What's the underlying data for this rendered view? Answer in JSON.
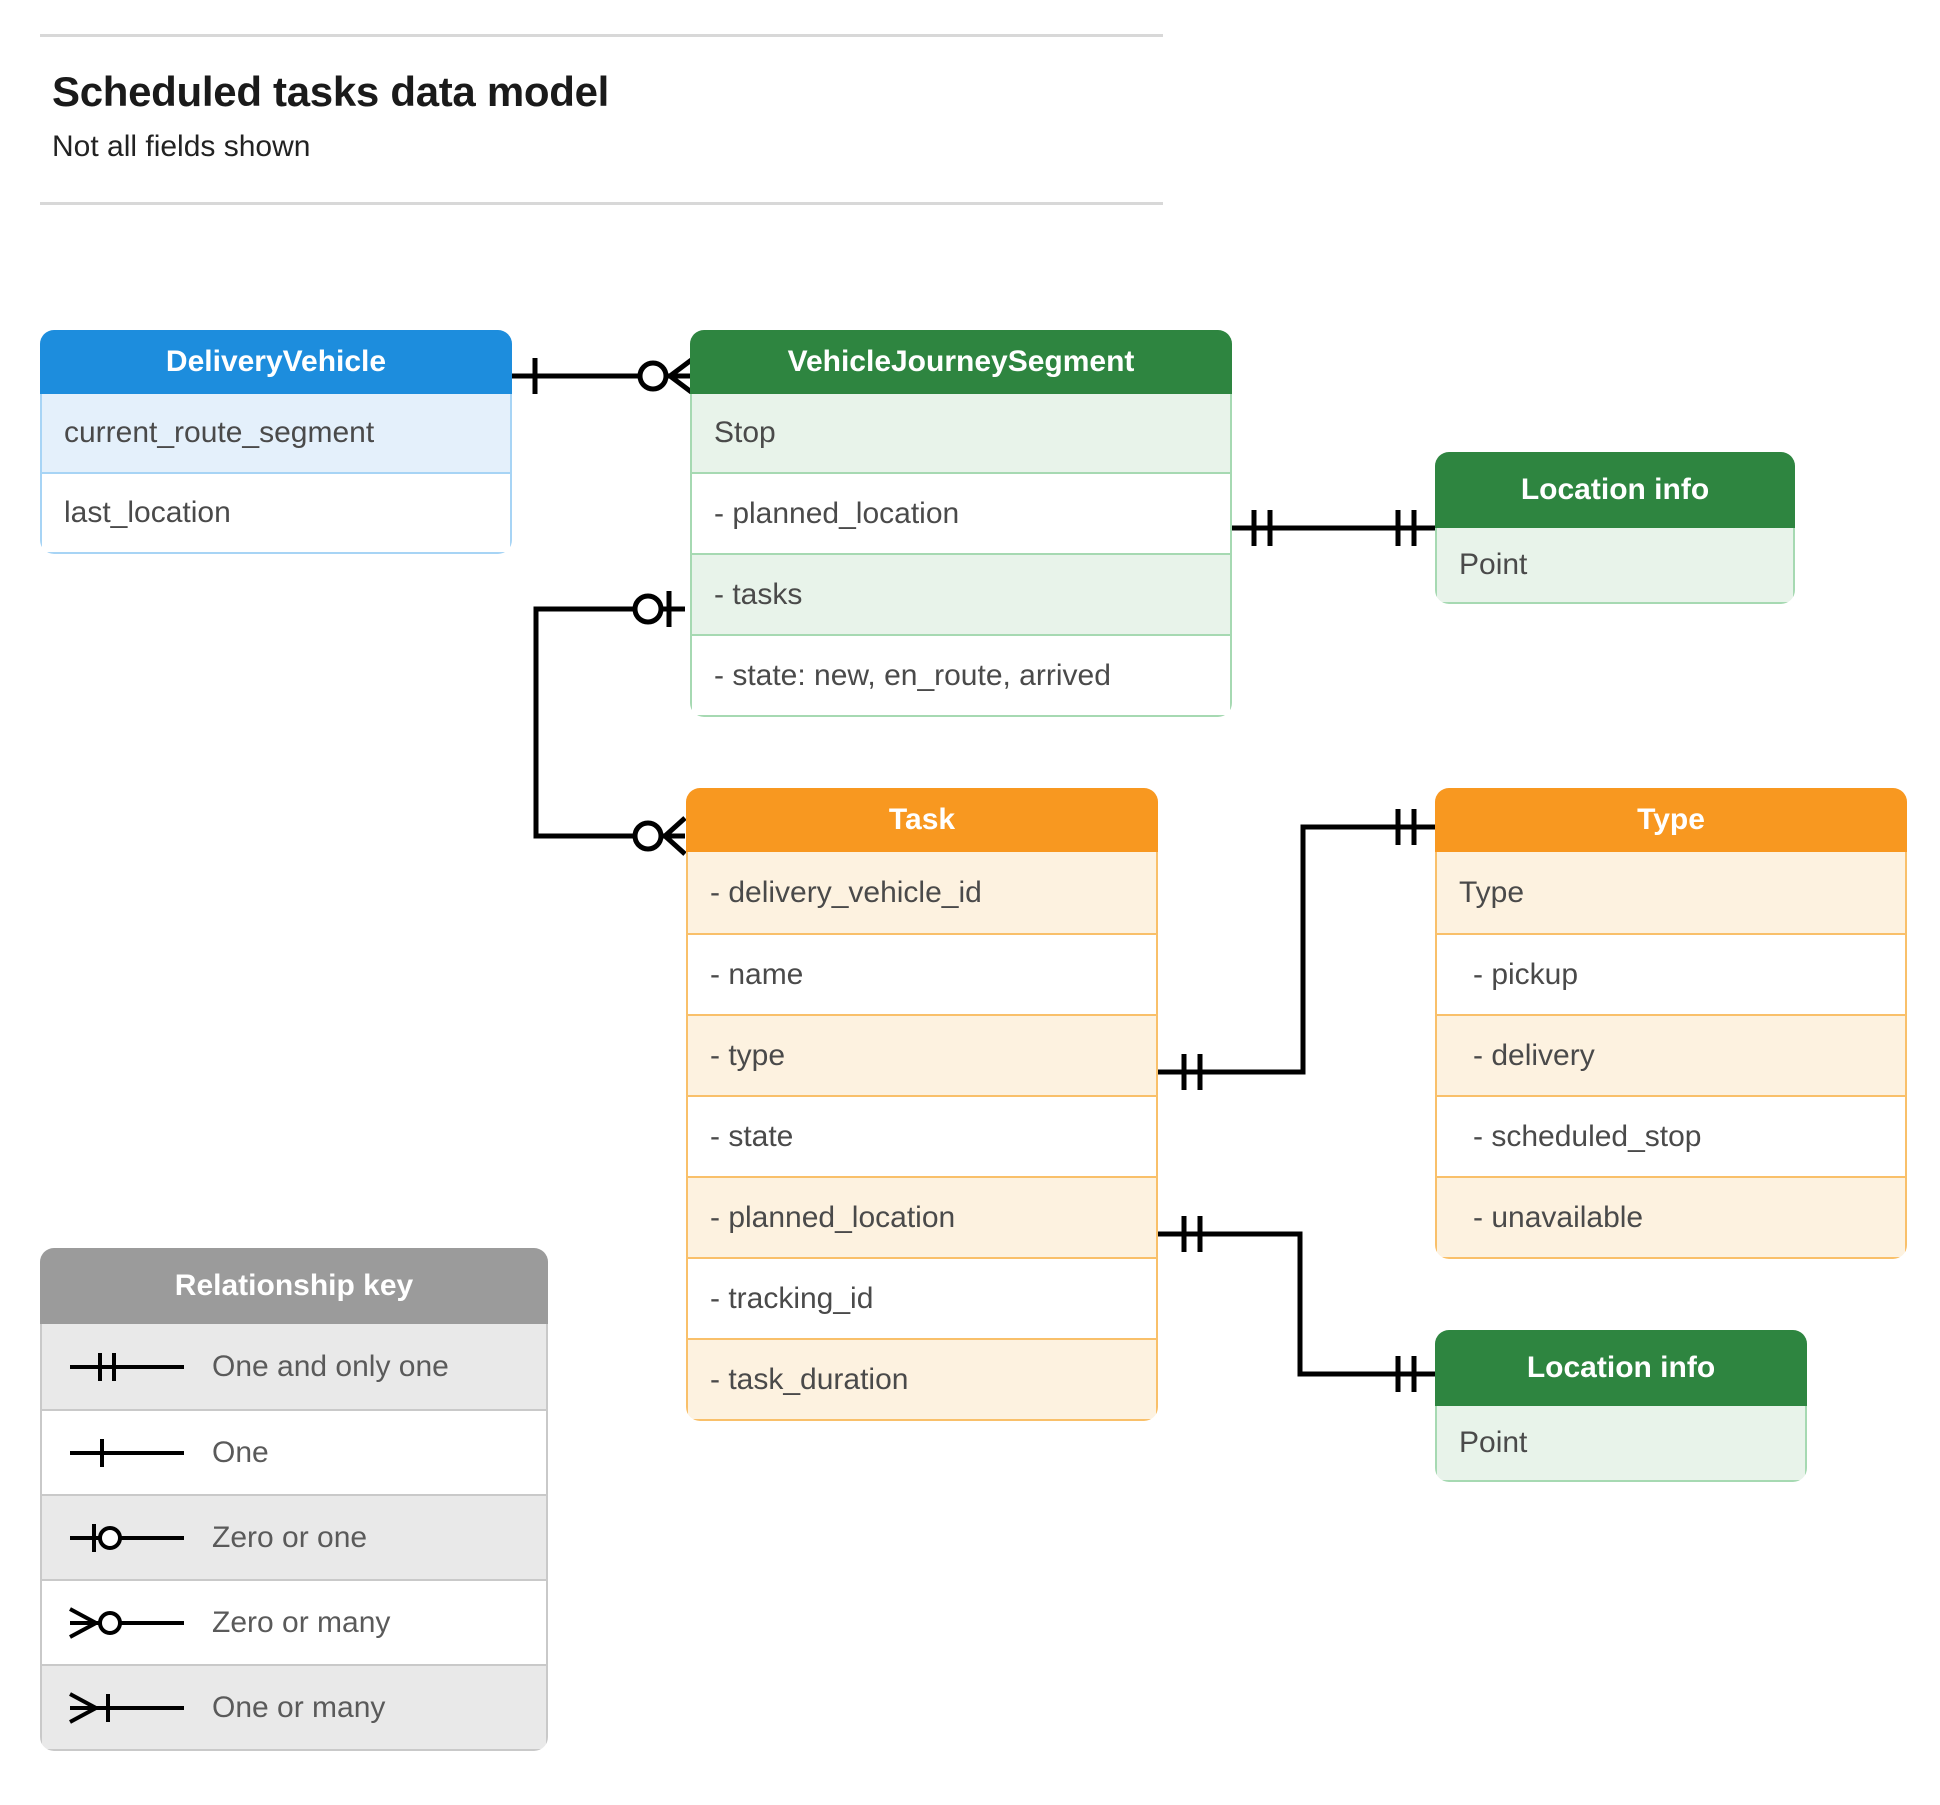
{
  "header": {
    "title": "Scheduled tasks data model",
    "subtitle": "Not all fields shown"
  },
  "colors": {
    "blue_header": "#1d8ddd",
    "blue_tint": "#e4f0fb",
    "blue_border": "#a7d4f5",
    "green_header": "#2e8540",
    "green_tint": "#e8f3ea",
    "green_border": "#a6d9b2",
    "orange_header": "#f89820",
    "orange_tint": "#fdf2e0",
    "orange_border": "#f9c06a",
    "grey_header": "#9b9b9b",
    "grey_tint": "#e9e9e9",
    "grey_border": "#c9c9c9",
    "connector": "#000000",
    "text": "#4a4a4a"
  },
  "entities": {
    "delivery_vehicle": {
      "title": "DeliveryVehicle",
      "rows": [
        "current_route_segment",
        "last_location"
      ]
    },
    "vehicle_journey_segment": {
      "title": "VehicleJourneySegment",
      "rows": [
        "Stop",
        "-  planned_location",
        "- tasks",
        "- state: new, en_route, arrived"
      ]
    },
    "location_info_top": {
      "title": "Location info",
      "rows": [
        "Point"
      ]
    },
    "location_info_bottom": {
      "title": "Location info",
      "rows": [
        "Point"
      ]
    },
    "task": {
      "title": "Task",
      "rows": [
        "- delivery_vehicle_id",
        "- name",
        "- type",
        "- state",
        "- planned_location",
        "- tracking_id",
        "- task_duration"
      ]
    },
    "type": {
      "title": "Type",
      "rows": [
        "Type",
        "-   pickup",
        "-   delivery",
        "-   scheduled_stop",
        "-   unavailable"
      ]
    }
  },
  "legend": {
    "title": "Relationship key",
    "items": [
      {
        "symbol": "one-and-only-one-symbol",
        "label": "One and only one"
      },
      {
        "symbol": "one-symbol",
        "label": "One"
      },
      {
        "symbol": "zero-or-one-symbol",
        "label": "Zero or one"
      },
      {
        "symbol": "zero-or-many-symbol",
        "label": "Zero or many"
      },
      {
        "symbol": "one-or-many-symbol",
        "label": "One or many"
      }
    ]
  },
  "relationships": [
    {
      "from": "DeliveryVehicle",
      "to": "VehicleJourneySegment",
      "from_cardinality": "One",
      "to_cardinality": "Zero or many"
    },
    {
      "from": "VehicleJourneySegment.planned_location",
      "to": "Location info",
      "from_cardinality": "One and only one",
      "to_cardinality": "One and only one"
    },
    {
      "from": "VehicleJourneySegment.tasks",
      "to": "Task",
      "from_cardinality": "Zero or one",
      "to_cardinality": "Zero or many"
    },
    {
      "from": "Task.type",
      "to": "Type",
      "from_cardinality": "One and only one",
      "to_cardinality": "One and only one"
    },
    {
      "from": "Task.planned_location",
      "to": "Location info",
      "from_cardinality": "One and only one",
      "to_cardinality": "One and only one"
    }
  ]
}
